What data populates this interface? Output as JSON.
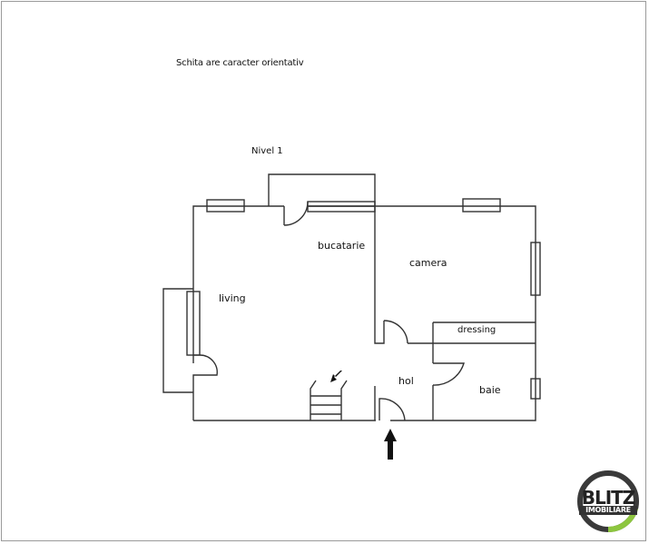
{
  "header": {
    "disclaimer": "Schita are caracter orientativ",
    "level_title": "Nivel 1"
  },
  "rooms": [
    {
      "id": "living",
      "label": "living"
    },
    {
      "id": "bucatarie",
      "label": "bucatarie"
    },
    {
      "id": "camera",
      "label": "camera"
    },
    {
      "id": "dressing",
      "label": "dressing"
    },
    {
      "id": "hol",
      "label": "hol"
    },
    {
      "id": "baie",
      "label": "baie"
    }
  ],
  "icons": {
    "entrance": "entrance-arrow-icon",
    "stairs": "stairs-down-arrow-icon"
  },
  "logo": {
    "line1": "BLITZ",
    "line2": "IMOBILIARE",
    "ring_color": "#3a3a3a",
    "accent_color": "#8dc63f"
  },
  "colors": {
    "wall": "#333333",
    "border": "#9a9a9a",
    "background": "#ffffff"
  }
}
